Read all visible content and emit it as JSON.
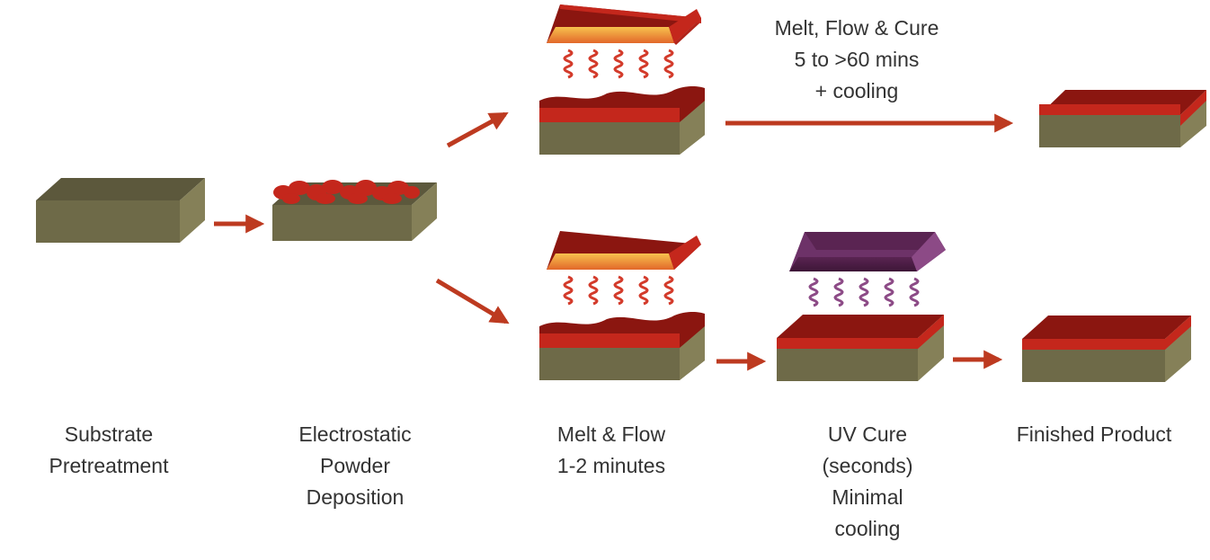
{
  "colors": {
    "substrate_front": "#6e6a48",
    "substrate_top": "#5c583c",
    "substrate_side": "#858058",
    "coating_red": "#c4271c",
    "coating_dark_red": "#8b1610",
    "heater_orange": "#f0a13a",
    "uv_purple": "#6d3268",
    "uv_purple_light": "#8c4a86",
    "arrow": "#bd3a20",
    "text": "#333333"
  },
  "steps": {
    "substrate": [
      "Substrate",
      "Pretreatment"
    ],
    "deposition": [
      "Electrostatic",
      "Powder",
      "Deposition"
    ],
    "melt_flow": [
      "Melt & Flow",
      "1-2 minutes"
    ],
    "uv_cure": [
      "UV Cure",
      "(seconds)",
      "Minimal",
      "cooling"
    ],
    "finished": [
      "Finished Product"
    ]
  },
  "conventional_note": [
    "Melt, Flow & Cure",
    "5 to >60 mins",
    "+ cooling"
  ],
  "icons": {
    "heater": "infrared-heater-icon",
    "uv_lamp": "uv-lamp-icon",
    "heat_wave": "heat-coil-icon",
    "uv_wave": "uv-coil-icon"
  }
}
